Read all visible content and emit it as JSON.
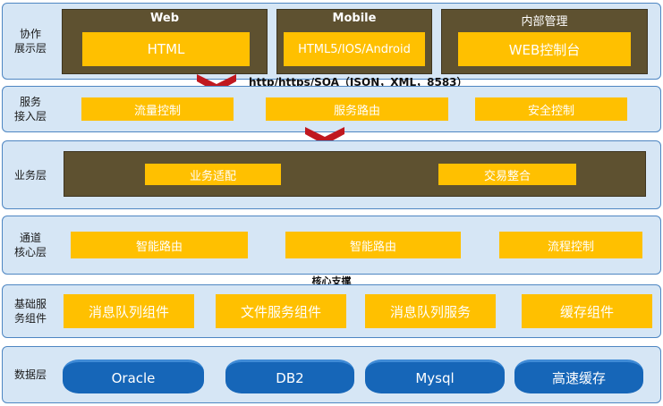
{
  "colors": {
    "layer_bg": "#d6e6f5",
    "layer_border": "#4e86c2",
    "dark_panel": "#5e5130",
    "accent_yellow": "#ffc000",
    "db_blue": "#1666b8",
    "arrow_red": "#c0181f"
  },
  "layers": {
    "presentation": {
      "label": "协作\n展示层",
      "web": {
        "title": "Web",
        "box": "HTML"
      },
      "mobile": {
        "title": "Mobile",
        "box": "HTML5/IOS/Android"
      },
      "admin": {
        "title": "内部管理",
        "box": "WEB控制台"
      }
    },
    "protocol": "http/https/SOA（JSON，XML，8583）",
    "access": {
      "label": "服务\n接入层",
      "items": [
        "流量控制",
        "服务路由",
        "安全控制"
      ]
    },
    "business": {
      "label": "业务层",
      "items": [
        "业务适配",
        "交易整合"
      ]
    },
    "channel": {
      "label": "通道\n核心层",
      "items": [
        "智能路由",
        "智能路由",
        "流程控制"
      ]
    },
    "core_support": "核心支撑",
    "basic": {
      "label": "基础服\n务组件",
      "items": [
        "消息队列组件",
        "文件服务组件",
        "消息队列服务",
        "缓存组件"
      ]
    },
    "data": {
      "label": "数据层",
      "items": [
        "Oracle",
        "DB2",
        "Mysql",
        "高速缓存"
      ]
    }
  }
}
